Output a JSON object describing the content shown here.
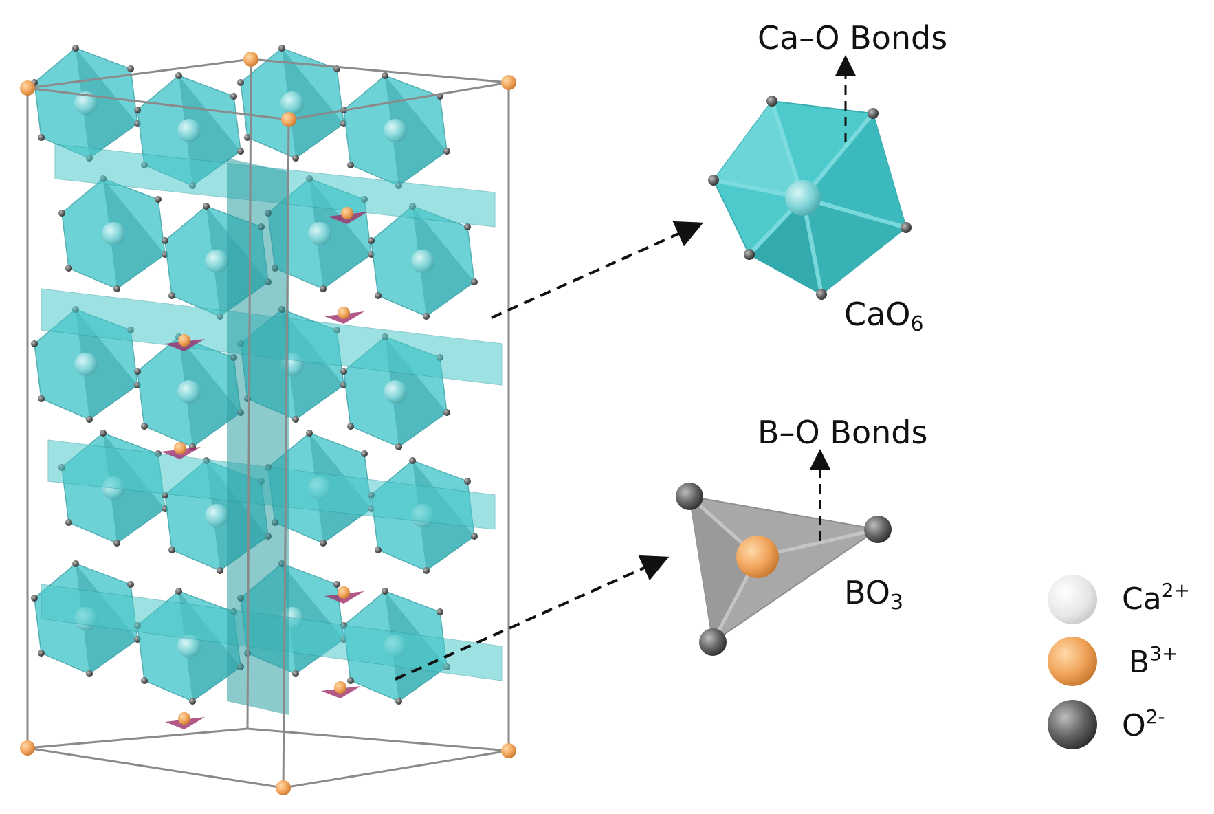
{
  "annotations": {
    "ca_o_bonds": "Ca–O Bonds",
    "b_o_bonds": "B–O Bonds",
    "cao6": {
      "base": "CaO",
      "sub": "6"
    },
    "bo3": {
      "base": "BO",
      "sub": "3"
    }
  },
  "legend": [
    {
      "ion": "Ca",
      "charge": "2+",
      "color": "#e6e6e6"
    },
    {
      "ion": "B",
      "charge": "3+",
      "color": "#f0a35a"
    },
    {
      "ion": "O",
      "charge": "2-",
      "color": "#555555"
    }
  ],
  "colors": {
    "polyhedron": "#4ec9cc",
    "polyhedron_dark": "#2e9ea3",
    "calcium": "#8fdde0",
    "boron": "#f0a35a",
    "oxygen": "#5c5c5c",
    "bo3_triangle": "#a8a8a8",
    "cell_edge": "#8a8a8a"
  }
}
